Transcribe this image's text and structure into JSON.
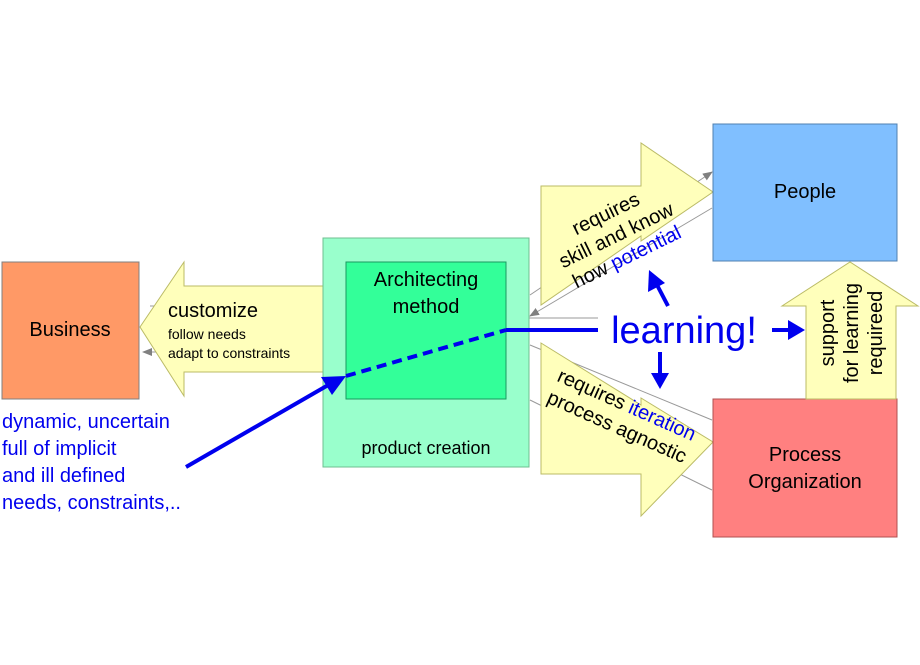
{
  "colors": {
    "business": "#ff9966",
    "product_outer": "#99ffcc",
    "product_inner": "#33ff99",
    "people": "#80bfff",
    "process": "#ff8080",
    "arrow_fill": "#ffffbb",
    "accent": "#0000ee",
    "thin_line": "#999999"
  },
  "business": {
    "label": "Business"
  },
  "product": {
    "caption": "product creation",
    "inner_line1": "Architecting",
    "inner_line2": "method"
  },
  "people": {
    "label": "People"
  },
  "process": {
    "line1": "Process",
    "line2": "Organization"
  },
  "customize": {
    "title": "customize",
    "line1": "follow needs",
    "line2": "adapt to constraints"
  },
  "upper_arrow": {
    "line1": "requires",
    "line2": "skill and know",
    "line3_a": "how ",
    "line3_b": "potential"
  },
  "lower_arrow": {
    "line1_a": "requires ",
    "line1_b": "iteration",
    "line2": "process agnostic"
  },
  "support": {
    "line1": "support",
    "line2": "for learning",
    "line3": "requireed"
  },
  "learning": {
    "label": "learning!"
  },
  "business_note": {
    "line1": "dynamic, uncertain",
    "line2": "full of implicit",
    "line3": "and ill defined",
    "line4": "needs, constraints,.."
  }
}
